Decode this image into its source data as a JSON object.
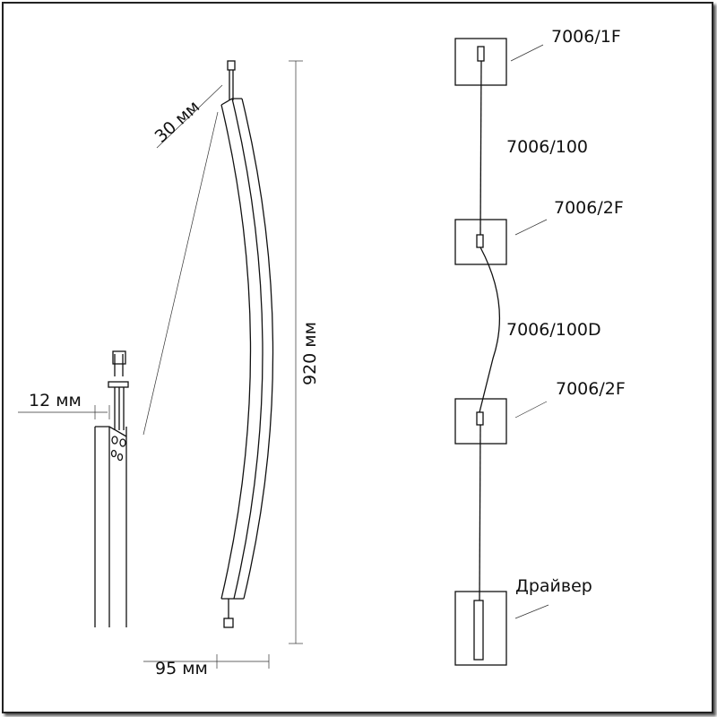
{
  "dimensions": {
    "connector_offset": "30 мм",
    "height": "920 мм",
    "width_detail": "12 мм",
    "depth": "95 мм"
  },
  "schematic": {
    "labels": [
      "7006/1F",
      "7006/100",
      "7006/2F",
      "7006/100D",
      "7006/2F",
      "Драйвер"
    ]
  }
}
